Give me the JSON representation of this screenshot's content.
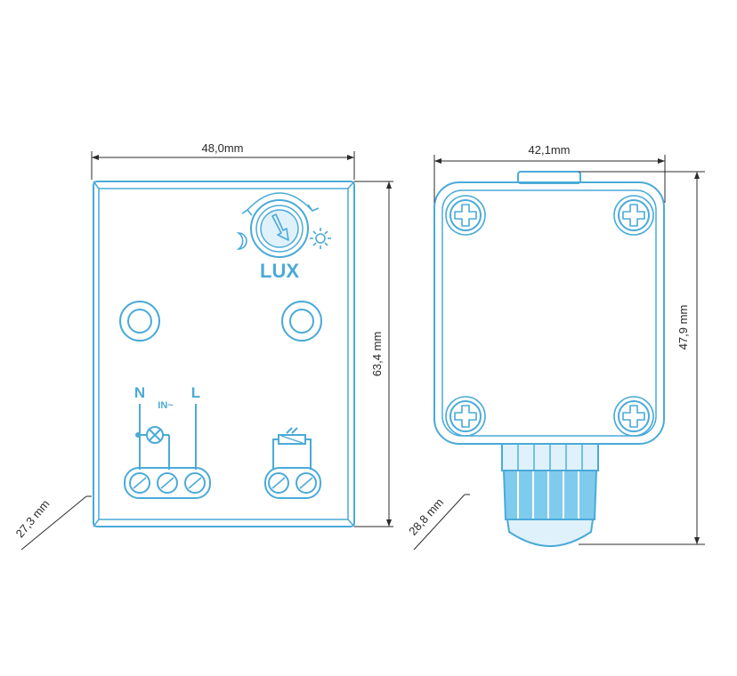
{
  "dimensions": {
    "front_width": "48,0mm",
    "front_height": "63,4 mm",
    "front_depth": "27,3 mm",
    "side_width": "42,1mm",
    "side_height": "47,9 mm",
    "side_depth": "28,8 mm"
  },
  "labels": {
    "lux": "LUX",
    "neutral": "N",
    "input": "IN~",
    "live": "L"
  },
  "colors": {
    "outline": "#4aaad8",
    "light_fill": "#dff1fa",
    "gland_fill": "#7fcbee",
    "dimension": "#2b2b2b"
  },
  "icons": {
    "moon": "moon-icon",
    "sun": "sun-icon",
    "lamp": "lamp-symbol-icon",
    "sensor": "light-sensor-icon",
    "screw": "cross-screw-icon"
  }
}
